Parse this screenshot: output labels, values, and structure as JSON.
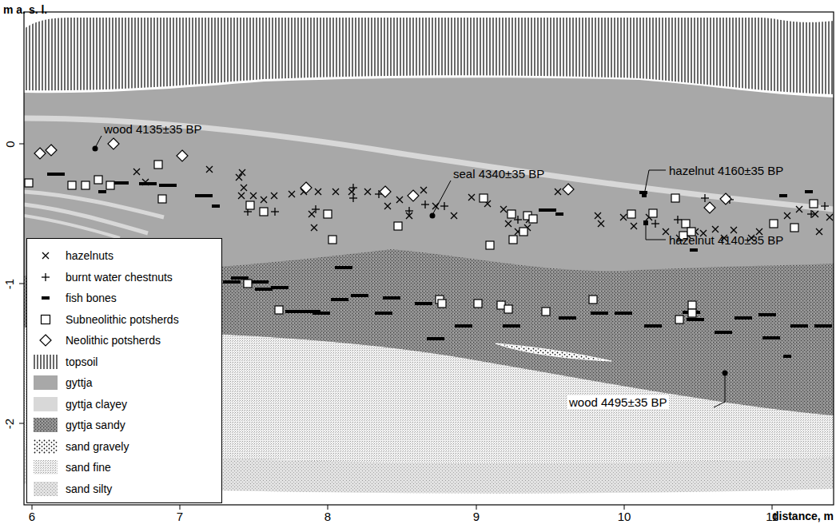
{
  "diagram": {
    "labels": [
      "m a. s. l.",
      "0",
      "-1",
      "-2",
      "6",
      "7",
      "8",
      "9",
      "10",
      "11",
      "distance, m",
      "wood 4135±35 BP",
      "seal 4340±35 BP",
      "hazelnut 4160±35 BP",
      "hazelnut 4140±35 BP",
      "wood 4495±35 BP"
    ],
    "legend": [
      {
        "text": "hazelnuts"
      },
      {
        "text": "burnt water chestnuts"
      },
      {
        "text": "fish bones"
      },
      {
        "text": "Subneolithic potsherds"
      },
      {
        "text": "Neolithic potsherds"
      },
      {
        "text": "topsoil"
      },
      {
        "text": "gyttja",
        "color": "#a8a8a8"
      },
      {
        "text": "gyttja clayey",
        "color": "#d8d8d8"
      },
      {
        "text": "gyttja sandy"
      },
      {
        "text": "sand gravely"
      },
      {
        "text": "sand fine"
      },
      {
        "text": "sand silty"
      }
    ]
  }
}
